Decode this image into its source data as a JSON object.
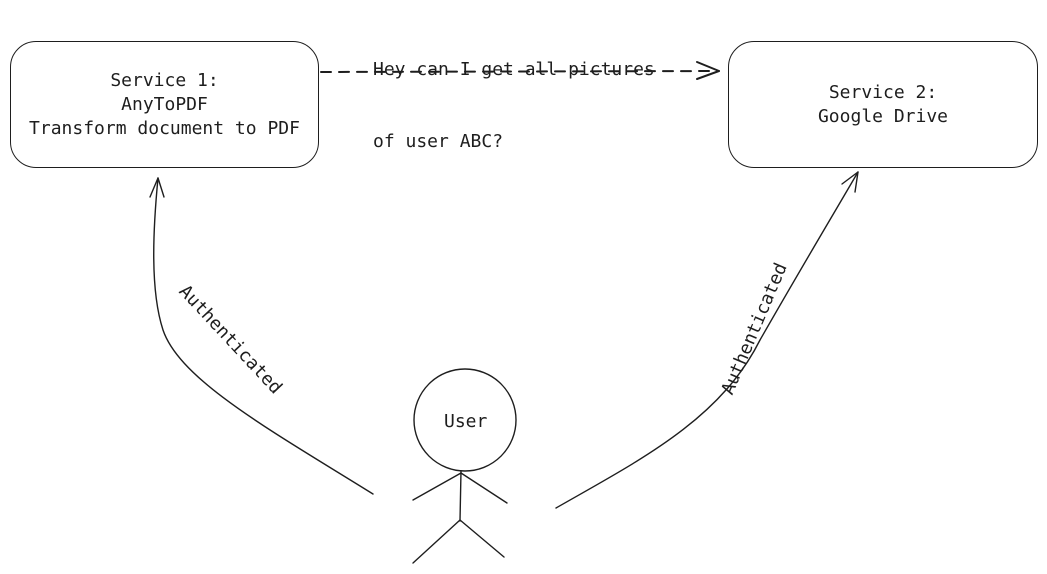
{
  "service1": {
    "line1": "Service 1:",
    "line2": "AnyToPDF",
    "line3": "Transform document to PDF"
  },
  "service2": {
    "line1": "Service 2:",
    "line2": "Google Drive"
  },
  "request": {
    "line1": "Hey can I get all pictures",
    "line2": "of user ABC?"
  },
  "user": {
    "label": "User"
  },
  "edges": {
    "left_label": "Authenticated",
    "right_label": "Authenticated"
  },
  "colors": {
    "stroke": "#1e1e1e",
    "background": "#ffffff"
  }
}
